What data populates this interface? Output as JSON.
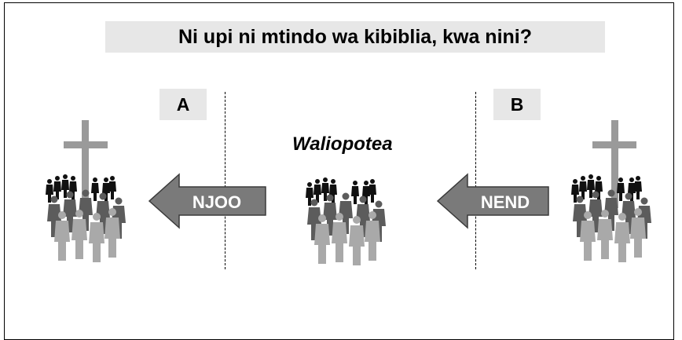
{
  "title": "Ni upi ni mtindo wa kibiblia, kwa nini?",
  "option_a": {
    "label": "A",
    "arrow_text": "NJOO"
  },
  "option_b": {
    "label": "B",
    "arrow_text": "NEND"
  },
  "center_label": "Waliopotea",
  "colors": {
    "panel": "#e7e7e7",
    "arrow": "#7a7a7a",
    "cross": "#9a9a9a"
  }
}
